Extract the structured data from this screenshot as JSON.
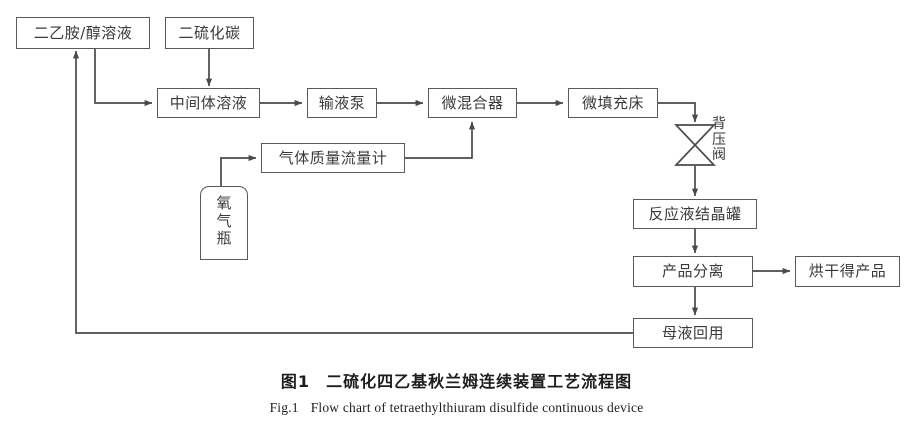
{
  "figure": {
    "caption_cn_number": "图1",
    "caption_cn_title": "二硫化四乙基秋兰姆连续装置工艺流程图",
    "caption_en_number": "Fig.1",
    "caption_en_title": "Flow chart of tetraethylthiuram disulfide continuous device"
  },
  "colors": {
    "line": "#4a4a4a",
    "box_border": "#5a5a5a",
    "text": "#3a3a3a",
    "background": "#ffffff"
  },
  "nodes": {
    "diethylamine": {
      "label": "二乙胺/醇溶液"
    },
    "carbon_disulfide": {
      "label": "二硫化碳"
    },
    "intermediate": {
      "label": "中间体溶液"
    },
    "pump": {
      "label": "输液泵"
    },
    "micromixer": {
      "label": "微混合器"
    },
    "micro_packed_bed": {
      "label": "微填充床"
    },
    "gas_mass_flow_meter": {
      "label": "气体质量流量计"
    },
    "oxygen_cylinder": {
      "label": "氧气瓶",
      "ch1": "氧",
      "ch2": "气",
      "ch3": "瓶"
    },
    "back_pressure_valve": {
      "label": "背压阀",
      "ch1": "背",
      "ch2": "压",
      "ch3": "阀"
    },
    "crystallizer": {
      "label": "反应液结晶罐"
    },
    "product_separation": {
      "label": "产品分离"
    },
    "dried_product": {
      "label": "烘干得产品"
    },
    "mother_liquor_recycle": {
      "label": "母液回用"
    }
  },
  "edges": [
    {
      "name": "cs2-to-intermediate",
      "from": "carbon_disulfide",
      "to": "intermediate"
    },
    {
      "name": "amine-to-intermediate",
      "from": "diethylamine",
      "to": "intermediate"
    },
    {
      "name": "intermediate-to-pump",
      "from": "intermediate",
      "to": "pump"
    },
    {
      "name": "pump-to-micromixer",
      "from": "pump",
      "to": "micromixer"
    },
    {
      "name": "micromixer-to-bed",
      "from": "micromixer",
      "to": "micro_packed_bed"
    },
    {
      "name": "cylinder-to-flowmeter",
      "from": "oxygen_cylinder",
      "to": "gas_mass_flow_meter"
    },
    {
      "name": "flowmeter-to-micromixer",
      "from": "gas_mass_flow_meter",
      "to": "micromixer"
    },
    {
      "name": "bed-to-valve",
      "from": "micro_packed_bed",
      "to": "back_pressure_valve"
    },
    {
      "name": "valve-to-crystallizer",
      "from": "back_pressure_valve",
      "to": "crystallizer"
    },
    {
      "name": "crystallizer-to-separation",
      "from": "crystallizer",
      "to": "product_separation"
    },
    {
      "name": "separation-to-dried-product",
      "from": "product_separation",
      "to": "dried_product"
    },
    {
      "name": "separation-to-recycle",
      "from": "product_separation",
      "to": "mother_liquor_recycle"
    },
    {
      "name": "recycle-to-amine",
      "from": "mother_liquor_recycle",
      "to": "diethylamine"
    }
  ]
}
